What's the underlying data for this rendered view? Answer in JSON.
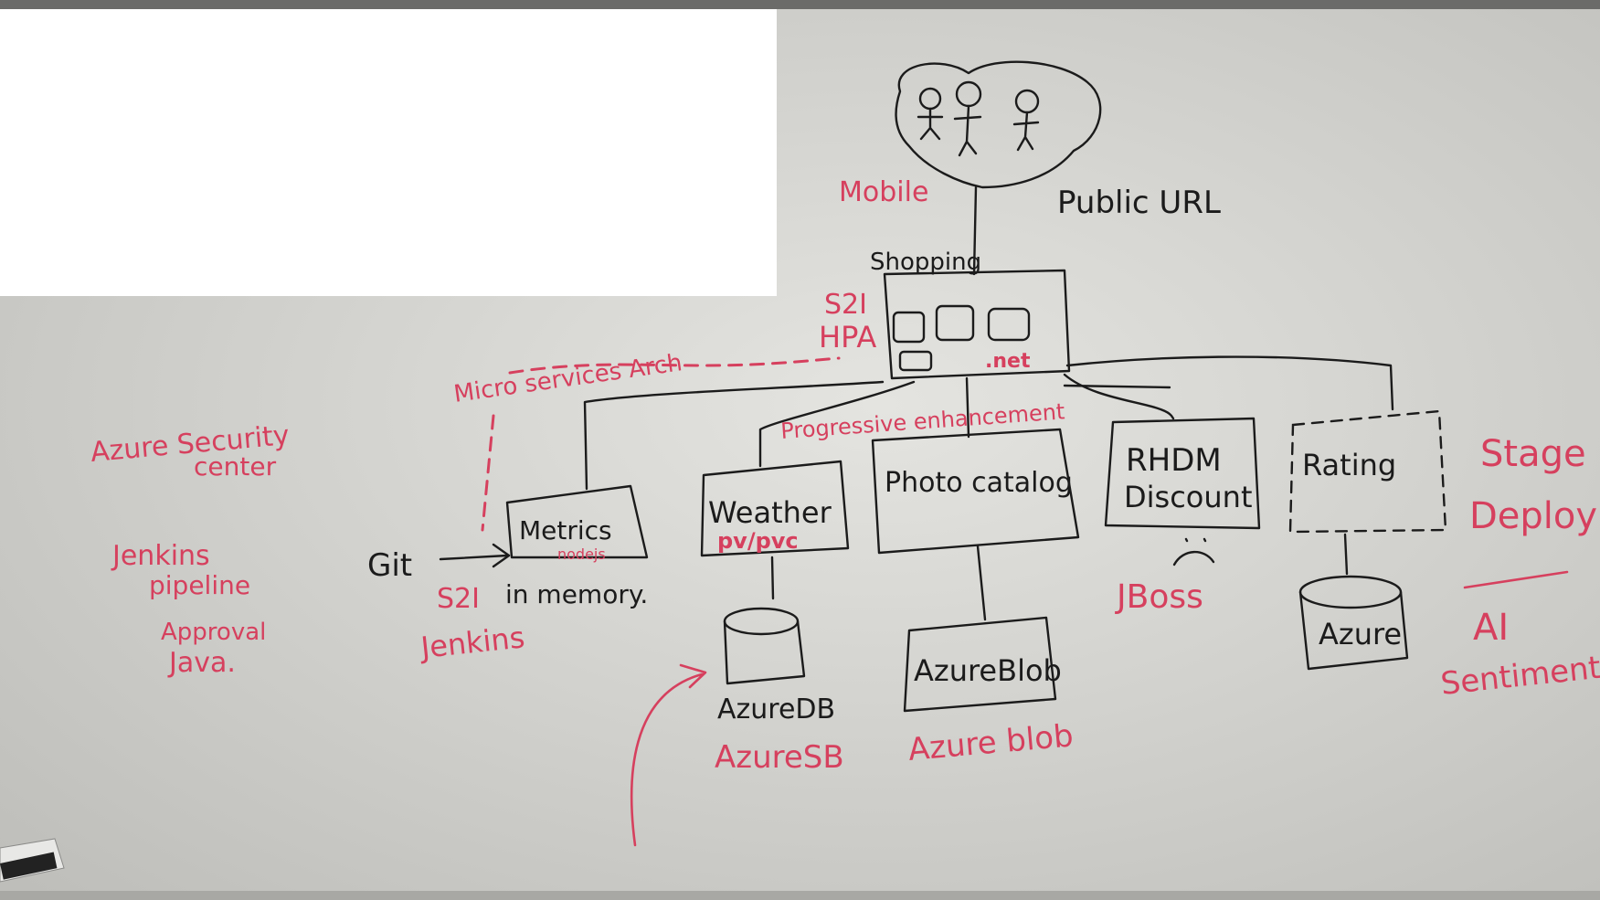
{
  "colors": {
    "board": "#d8d8d4",
    "black_ink": "#1b1b1b",
    "red_ink": "#d6405e",
    "redaction": "#ffffff"
  },
  "labels": {
    "public_url": "Public URL",
    "mobile": "Mobile",
    "shopping": "Shopping",
    "s2i_top": "S2I",
    "hpa": "HPA",
    "net": ".net",
    "microservices_arch": "Micro services Arch",
    "progressive_enhancement": "Progressive enhancement",
    "metrics": "Metrics",
    "metrics_scribble": "nodejs",
    "weather": "Weather",
    "pv_pvc": "pv/pvc",
    "photo_catalog": "Photo catalog",
    "rhdm_line1": "RHDM",
    "rhdm_line2": "Discount",
    "rating": "Rating",
    "git": "Git",
    "s2i_bottom": "S2I",
    "in_memory": "in memory.",
    "jenkins": "Jenkins",
    "azure_db": "AzureDB",
    "azure_sb": "AzureSB",
    "azure_blob_box": "AzureBlob",
    "azure_blob_red": "Azure blob",
    "jboss": "JBoss",
    "azure_cyl": "Azure",
    "stage_line1": "Stage",
    "stage_line2": "Deploy",
    "ai": "AI",
    "sentiment": "Sentiment",
    "asc_line1": "Azure Security",
    "asc_line2": "center",
    "jp_line1": "Jenkins",
    "jp_line2": "pipeline",
    "jp_line3": "Approval",
    "jp_line4": "Java."
  }
}
